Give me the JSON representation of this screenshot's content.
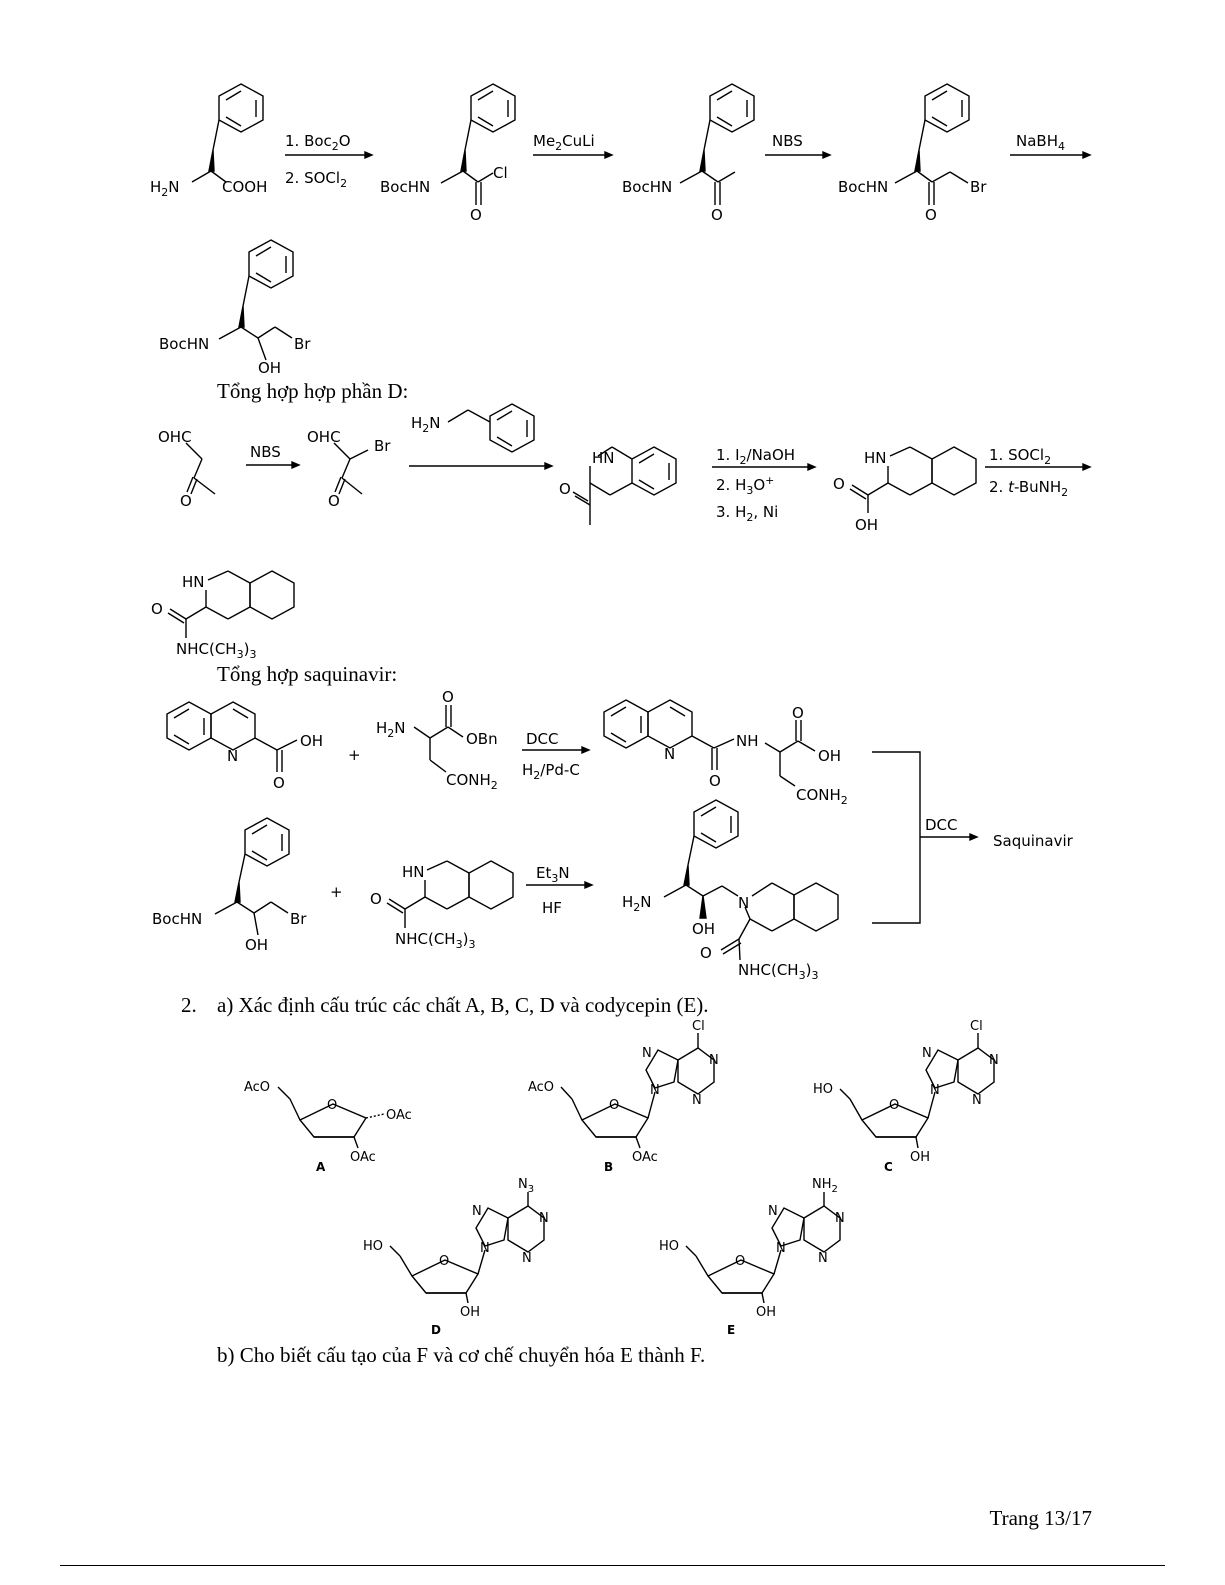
{
  "section_d": {
    "heading": "Tổng hợp hợp phần D:"
  },
  "section_saquinavir": {
    "heading": "Tổng hợp saquinavir:"
  },
  "question_2": {
    "number": "2.",
    "part_a": "a) Xác định cấu trúc các chất A, B, C, D và codycepin (E).",
    "part_b": "b) Cho biết cấu tạo của F và cơ chế chuyển hóa E thành F."
  },
  "compound_labels": [
    "A",
    "B",
    "C",
    "D",
    "E"
  ],
  "footer": {
    "page": "Trang 13/17"
  }
}
